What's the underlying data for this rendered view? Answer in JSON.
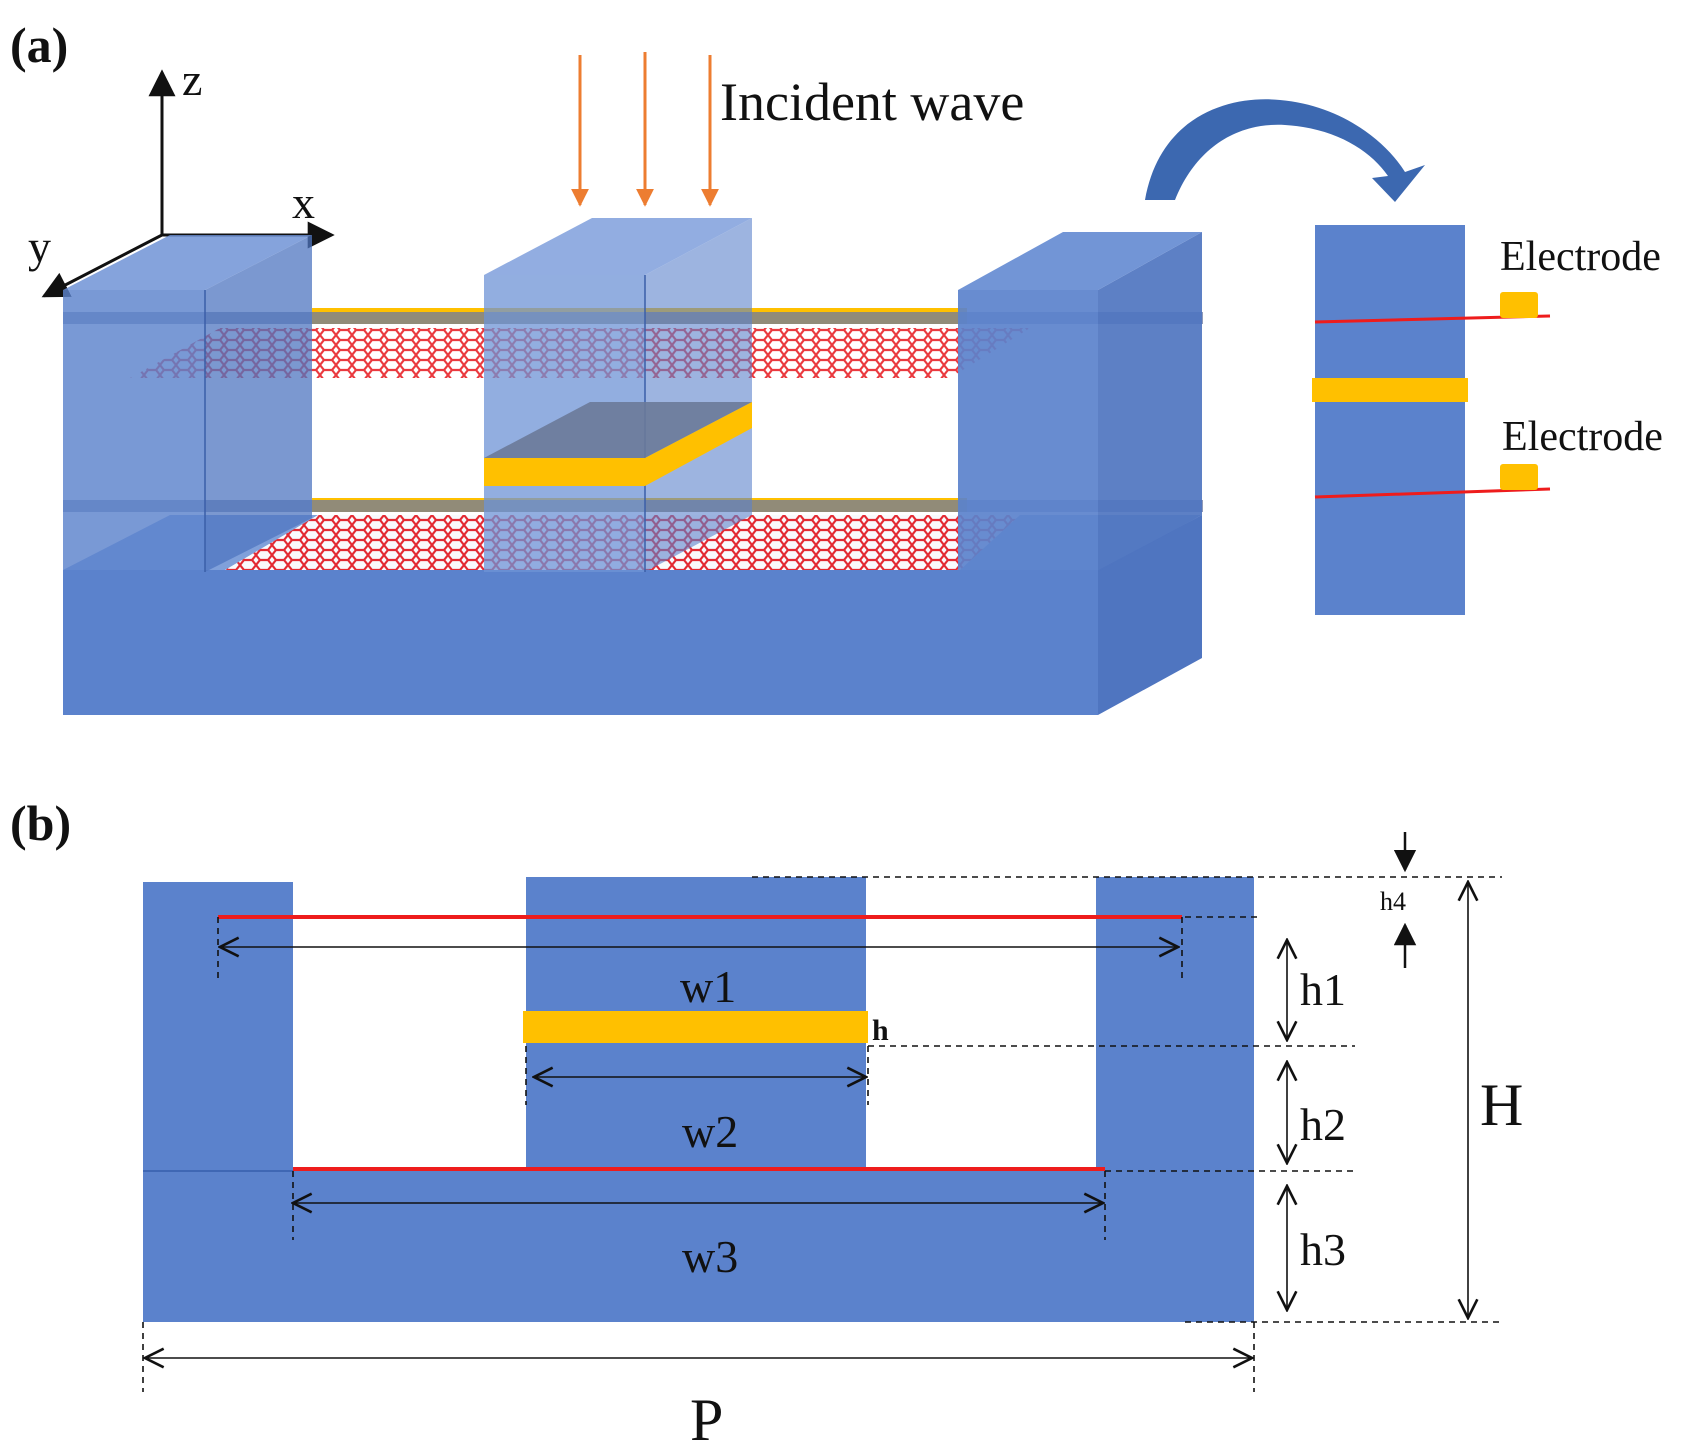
{
  "panels": {
    "a": {
      "label": "(a)",
      "axes": {
        "z": "z",
        "x": "x",
        "y": "y"
      },
      "incident_wave": "Incident wave",
      "electrode_top": "Electrode",
      "electrode_bottom": "Electrode"
    },
    "b": {
      "label": "(b)",
      "dims": {
        "w1": "w1",
        "w2": "w2",
        "w3": "w3",
        "h": "h",
        "h1": "h1",
        "h2": "h2",
        "h3": "h3",
        "h4": "h4",
        "H": "H",
        "P": "P"
      }
    }
  },
  "colors": {
    "dielectric": "#5b82cc",
    "dielectric_dark": "#3f67b4",
    "gold": "#ffc000",
    "graphene": "#ee2a2a",
    "arrow_orange": "#ed7d31",
    "curve_arrow": "#3c68b0"
  }
}
